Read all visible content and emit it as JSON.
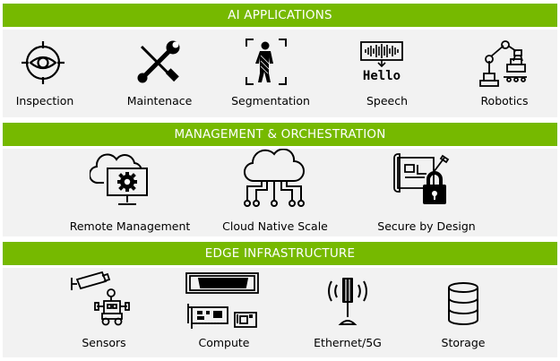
{
  "sections": [
    {
      "title": "AI APPLICATIONS",
      "items": [
        {
          "label": "Inspection",
          "icon": "eye-target-icon"
        },
        {
          "label": "Maintenace",
          "icon": "wrench-screwdriver-icon"
        },
        {
          "label": "Segmentation",
          "icon": "person-segmentation-icon"
        },
        {
          "label": "Speech",
          "icon": "speech-waveform-icon"
        },
        {
          "label": "Robotics",
          "icon": "robot-arm-icon"
        }
      ]
    },
    {
      "title": "MANAGEMENT & ORCHESTRATION",
      "items": [
        {
          "label": "Remote Management",
          "icon": "cloud-monitor-gear-icon"
        },
        {
          "label": "Cloud Native Scale",
          "icon": "cloud-network-icon"
        },
        {
          "label": "Secure by Design",
          "icon": "blueprint-lock-icon"
        }
      ]
    },
    {
      "title": "EDGE INFRASTRUCTURE",
      "items": [
        {
          "label": "Sensors",
          "icon": "camera-robot-icon"
        },
        {
          "label": "Compute",
          "icon": "server-board-icon"
        },
        {
          "label": "Ethernet/5G",
          "icon": "antenna-tower-icon"
        },
        {
          "label": "Storage",
          "icon": "database-icon"
        }
      ]
    }
  ],
  "speech_icon_text": "Hello",
  "colors": {
    "banner_green": "#76b900",
    "panel_gray": "#f2f2f2",
    "icon_stroke": "#000000"
  }
}
